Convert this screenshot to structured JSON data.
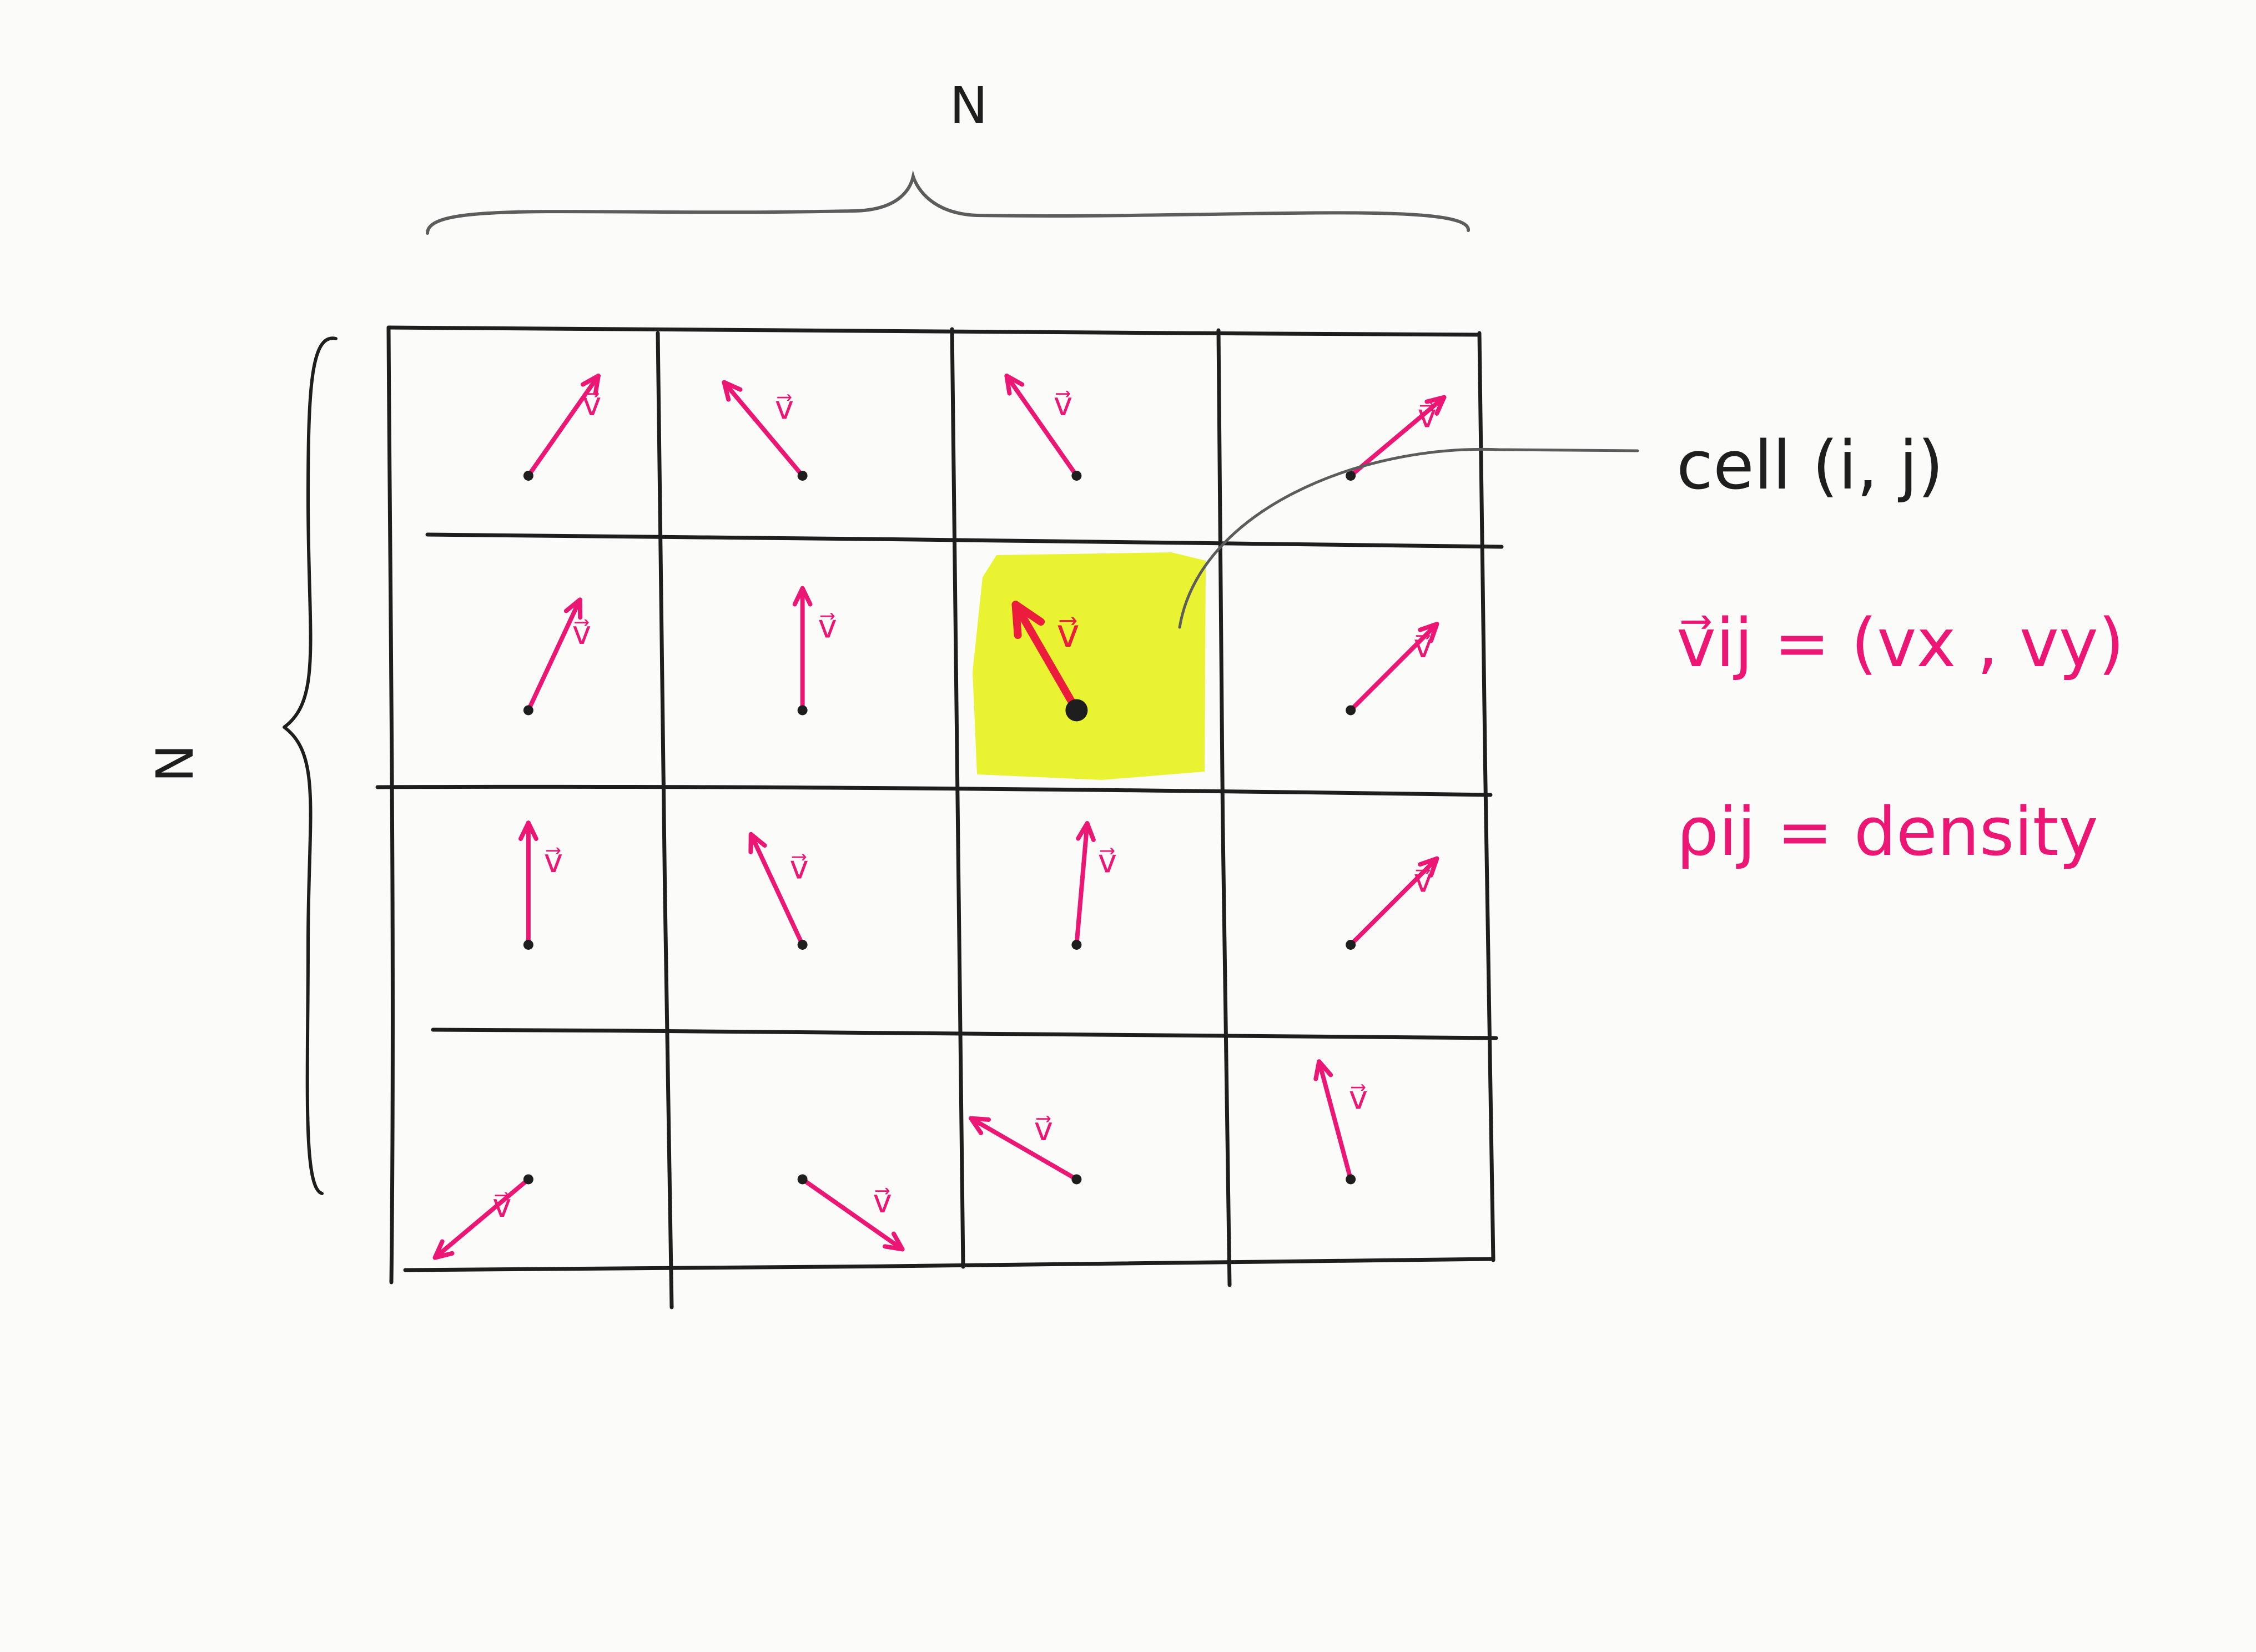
{
  "labels": {
    "top_dimension": "N",
    "left_dimension": "N",
    "cell_label": "cell (i, j)",
    "vector_label": "v",
    "velocity_definition": "v⃗ij = (vx , vy)",
    "density_definition": "ρij = density"
  },
  "grid": {
    "rows": 4,
    "cols": 4,
    "highlighted_cell": {
      "row": 1,
      "col": 2
    }
  },
  "colors": {
    "ink": "#1e1e1e",
    "vector": "#ec1774",
    "highlight": "#e8f21c",
    "highlighted_vector": "#ec1c3c",
    "leader_line": "#5c5c5c"
  },
  "vectors": [
    {
      "row": 0,
      "col": 0,
      "angle_deg": 55
    },
    {
      "row": 0,
      "col": 1,
      "angle_deg": 130
    },
    {
      "row": 0,
      "col": 2,
      "angle_deg": 125
    },
    {
      "row": 0,
      "col": 3,
      "angle_deg": 40
    },
    {
      "row": 1,
      "col": 0,
      "angle_deg": 65
    },
    {
      "row": 1,
      "col": 1,
      "angle_deg": 90
    },
    {
      "row": 1,
      "col": 2,
      "angle_deg": 120
    },
    {
      "row": 1,
      "col": 3,
      "angle_deg": 45
    },
    {
      "row": 2,
      "col": 0,
      "angle_deg": 90
    },
    {
      "row": 2,
      "col": 1,
      "angle_deg": 115
    },
    {
      "row": 2,
      "col": 2,
      "angle_deg": 85
    },
    {
      "row": 2,
      "col": 3,
      "angle_deg": 45
    },
    {
      "row": 3,
      "col": 0,
      "angle_deg": 220
    },
    {
      "row": 3,
      "col": 1,
      "angle_deg": 325
    },
    {
      "row": 3,
      "col": 2,
      "angle_deg": 150
    },
    {
      "row": 3,
      "col": 3,
      "angle_deg": 105
    }
  ]
}
